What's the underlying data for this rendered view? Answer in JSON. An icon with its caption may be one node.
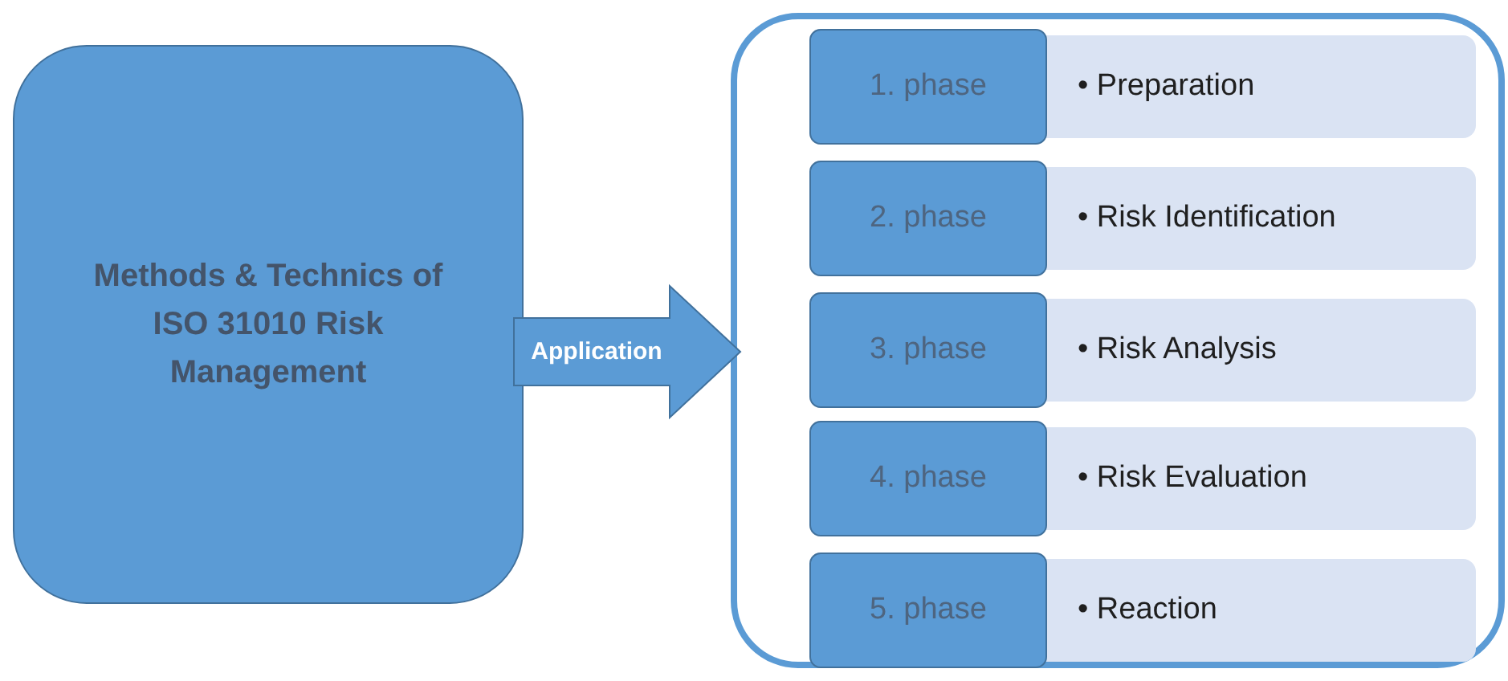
{
  "diagram": {
    "nodes": [
      {
        "text": [
          "Methods & Technics of ISO 31010 Risk Management"
        ]
      },
      {
        "text": [],
        "shape": "box"
      },
      {
        "text": [
          "1. phase"
        ],
        "in": 1
      },
      {
        "text": [
          "• Preparation"
        ],
        "in": 1
      },
      {
        "text": [
          "2. phase"
        ],
        "in": 1
      },
      {
        "text": [
          "• Risk Identification"
        ],
        "in": 1
      },
      {
        "text": [
          "3. phase"
        ],
        "in": 1
      },
      {
        "text": [
          "• Risk Analysis"
        ],
        "in": 1
      },
      {
        "text": [
          "4. phase"
        ],
        "in": 1
      },
      {
        "text": [
          "• Risk Evaluation"
        ],
        "in": 1
      },
      {
        "text": [
          "5. phase"
        ],
        "in": 1
      },
      {
        "text": [
          "• Reaction"
        ],
        "in": 1
      }
    ],
    "edges": [
      {
        "from": 0,
        "to": 1,
        "arrow": "to",
        "label": "Application"
      }
    ]
  }
}
